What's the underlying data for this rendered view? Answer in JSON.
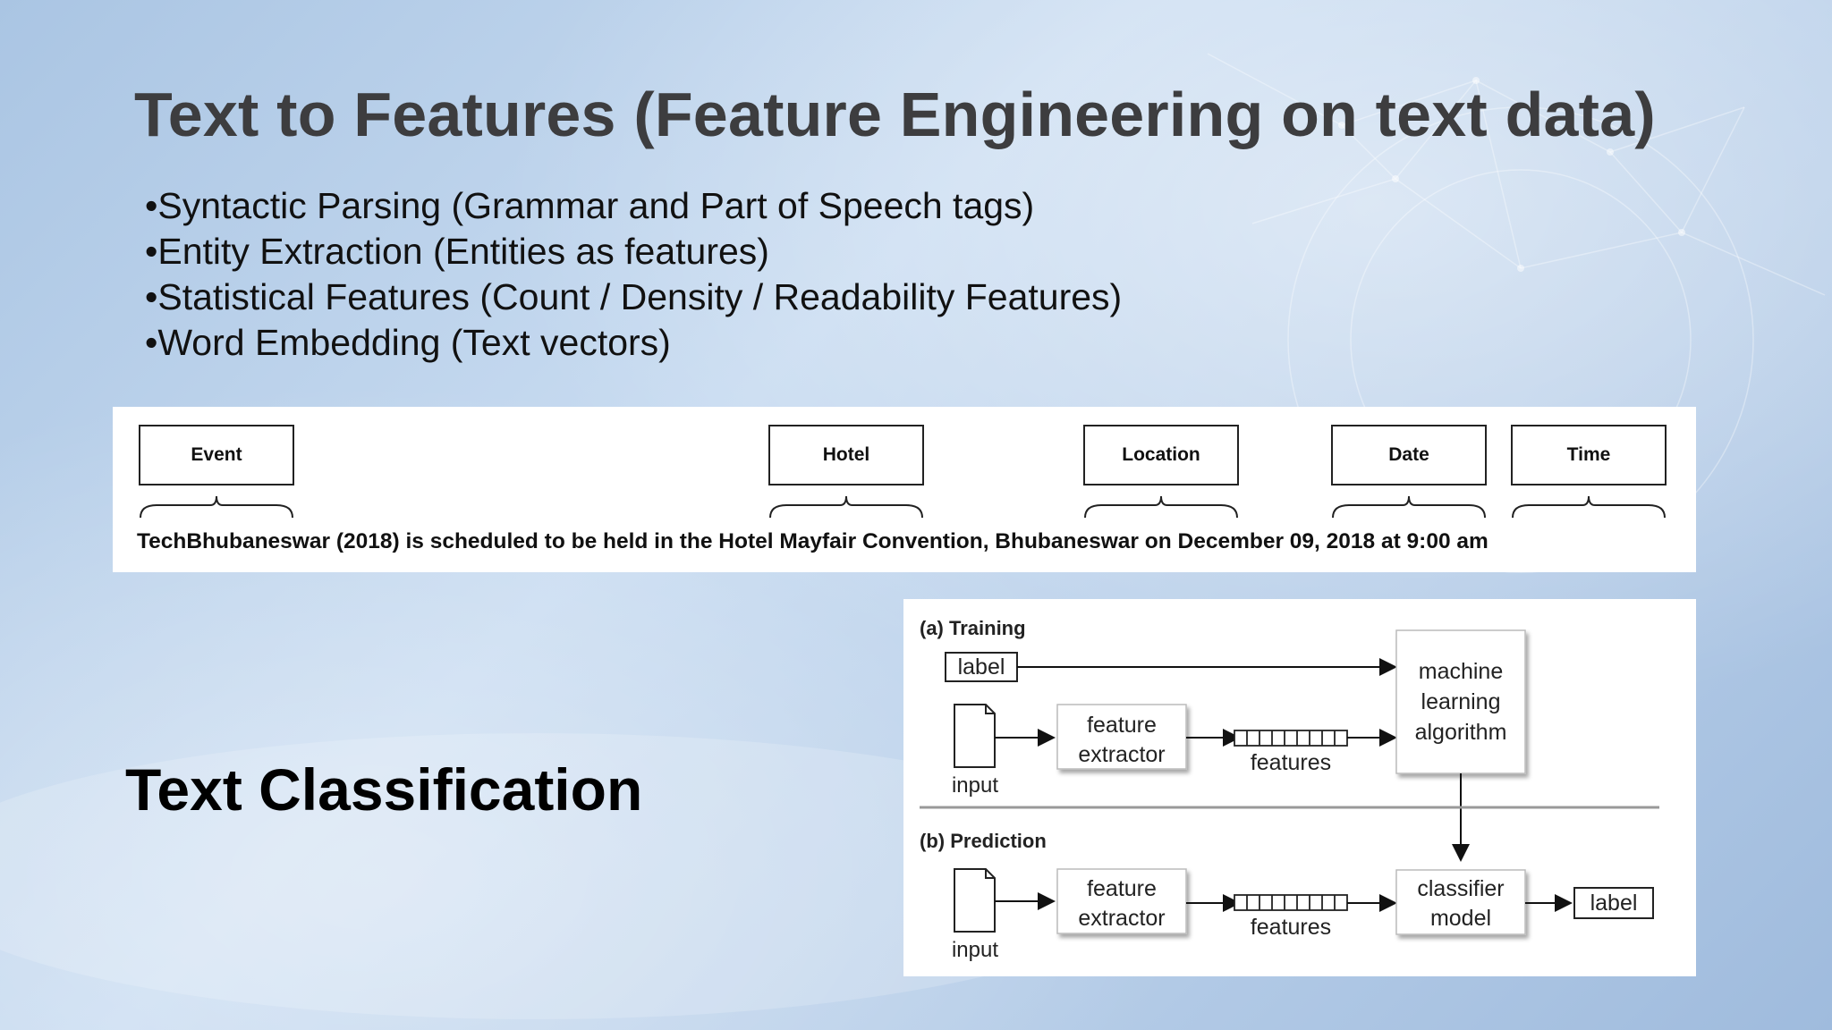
{
  "slide": {
    "title": "Text to Features (Feature Engineering on text data)",
    "bullets": [
      "•Syntactic Parsing (Grammar and Part of Speech tags)",
      "•Entity Extraction (Entities as features)",
      "•Statistical Features (Count / Density / Readability Features)",
      "•Word Embedding (Text vectors)"
    ],
    "section2_title": "Text Classification"
  },
  "ner_example": {
    "entities": [
      "Event",
      "Hotel",
      "Location",
      "Date",
      "Time"
    ],
    "sentence": "TechBhubaneswar (2018) is scheduled to be held in the Hotel Mayfair Convention, Bhubaneswar on December 09, 2018 at 9:00 am"
  },
  "classification_diagram": {
    "training_label": "(a) Training",
    "prediction_label": "(b) Prediction",
    "label_text": "label",
    "input_text": "input",
    "extractor_line1": "feature",
    "extractor_line2": "extractor",
    "features_text": "features",
    "algorithm_line1": "machine",
    "algorithm_line2": "learning",
    "algorithm_line3": "algorithm",
    "model_line1": "classifier",
    "model_line2": "model"
  },
  "colors": {
    "title": "#3d3d3f",
    "background": "#b6cde8",
    "panel": "#ffffff"
  }
}
